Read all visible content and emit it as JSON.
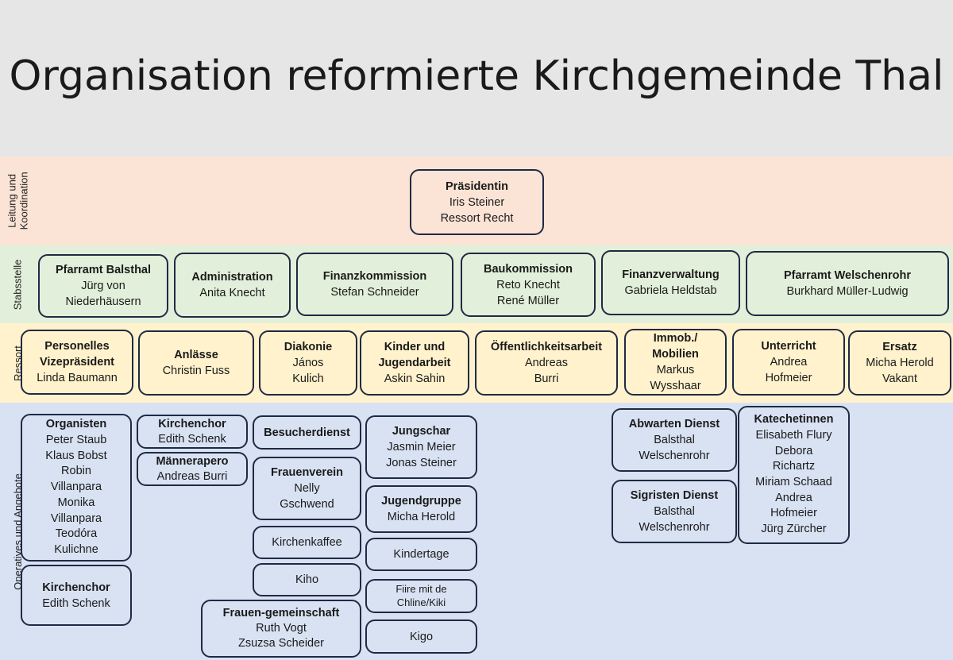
{
  "title": "Organisation reformierte Kirchgemeinde Thal",
  "colors": {
    "background": "#e6e6e6",
    "leitung": "#fbe4d6",
    "stab": "#e2efda",
    "ressort": "#fff2cc",
    "operativ": "#d9e2f3",
    "border": "#1f2a44"
  },
  "bands": {
    "leitung": "Leitung und Koordination",
    "stab": "Stabsstelle",
    "ressort": "Ressort",
    "operativ": "Operatives und Angebote"
  },
  "boxes": {
    "praesidentin": {
      "title": "Präsidentin",
      "lines": [
        "Iris Steiner",
        "Ressort Recht"
      ]
    },
    "pfarramt_balsthal": {
      "title": "Pfarramt Balsthal",
      "lines": [
        "Jürg von",
        "Niederhäusern"
      ]
    },
    "administration": {
      "title": "Administration",
      "lines": [
        "Anita Knecht"
      ]
    },
    "finanzkommission": {
      "title": "Finanzkommission",
      "lines": [
        "Stefan Schneider"
      ]
    },
    "baukommission": {
      "title": "Baukommission",
      "lines": [
        "Reto Knecht",
        "René Müller"
      ]
    },
    "finanzverwaltung": {
      "title": "Finanzverwaltung",
      "lines": [
        "Gabriela Heldstab"
      ]
    },
    "pfarramt_welschenrohr": {
      "title": "Pfarramt Welschenrohr",
      "lines": [
        "Burkhard Müller-Ludwig"
      ]
    },
    "personelles": {
      "title": "Personelles",
      "lines": [
        "Linda Baumann"
      ],
      "title2": "Vizepräsident"
    },
    "anlaesse": {
      "title": "Anlässe",
      "lines": [
        "Christin Fuss"
      ]
    },
    "diakonie": {
      "title": "Diakonie",
      "lines": [
        "János",
        "Kulich"
      ]
    },
    "kinder": {
      "title": "Kinder und",
      "title2": "Jugendarbeit",
      "lines": [
        "Askin Sahin"
      ]
    },
    "oeffentlichkeit": {
      "title": "Öffentlichkeitsarbeit",
      "lines": [
        "Andreas",
        "Burri"
      ]
    },
    "immob": {
      "title": "Immob./",
      "title2": "Mobilien",
      "lines": [
        "Markus",
        "Wysshaar"
      ]
    },
    "unterricht": {
      "title": "Unterricht",
      "lines": [
        "Andrea",
        "Hofmeier"
      ]
    },
    "ersatz": {
      "title": "Ersatz",
      "lines": [
        "Micha Herold",
        "Vakant"
      ]
    },
    "organisten": {
      "title": "Organisten",
      "lines": [
        "Peter Staub",
        "Klaus Bobst",
        "Robin",
        "Villanpara",
        "Monika",
        "Villanpara",
        "Teodóra",
        "Kulichne"
      ]
    },
    "kirchenchor1": {
      "title": "Kirchenchor",
      "lines": [
        "Edith Schenk"
      ]
    },
    "kirchenchor2": {
      "title": "Kirchenchor",
      "lines": [
        "Edith Schenk"
      ]
    },
    "maennerapero": {
      "title": "Männerapero",
      "lines": [
        "Andreas Burri"
      ]
    },
    "besucherdienst": {
      "title": "Besucherdienst",
      "lines": []
    },
    "frauenverein": {
      "title": "Frauenverein",
      "lines": [
        "Nelly",
        "Gschwend"
      ]
    },
    "kirchenkaffee": {
      "title": "",
      "lines": [
        "Kirchenkaffee"
      ]
    },
    "kiho": {
      "title": "",
      "lines": [
        "Kiho"
      ]
    },
    "frauengemeinschaft": {
      "title": "Frauen-gemeinschaft",
      "lines": [
        "Ruth Vogt",
        "Zsuzsa Scheider"
      ]
    },
    "jungschar": {
      "title": "Jungschar",
      "lines": [
        "Jasmin Meier",
        "Jonas Steiner"
      ]
    },
    "jugendgruppe": {
      "title": "Jugendgruppe",
      "lines": [
        "Micha Herold"
      ]
    },
    "kindertage": {
      "title": "",
      "lines": [
        "Kindertage"
      ]
    },
    "fiire": {
      "title": "",
      "lines": [
        "Fiire mit de",
        "Chline/Kiki"
      ]
    },
    "kigo": {
      "title": "",
      "lines": [
        "Kigo"
      ]
    },
    "abwarten": {
      "title": "Abwarten Dienst",
      "lines": [
        "Balsthal",
        "Welschenrohr"
      ]
    },
    "sigristen": {
      "title": "Sigristen Dienst",
      "lines": [
        "Balsthal",
        "Welschenrohr"
      ]
    },
    "katechetinnen": {
      "title": "Katechetinnen",
      "lines": [
        "Elisabeth Flury",
        "Debora",
        "Richartz",
        "Miriam Schaad",
        "Andrea",
        "Hofmeier",
        "Jürg Zürcher"
      ]
    }
  }
}
